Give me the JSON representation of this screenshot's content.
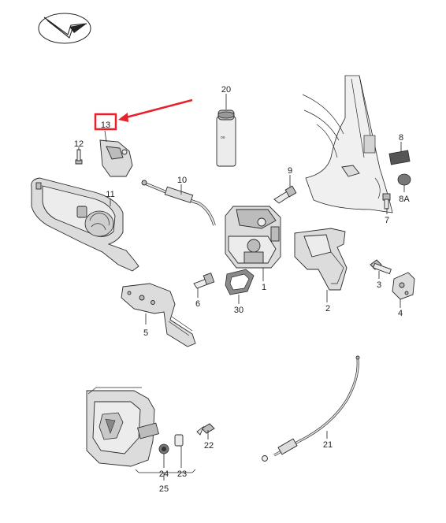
{
  "diagram": {
    "callouts": [
      {
        "id": "c20",
        "label": "20"
      },
      {
        "id": "c13",
        "label": "13"
      },
      {
        "id": "c12",
        "label": "12"
      },
      {
        "id": "c11",
        "label": "11"
      },
      {
        "id": "c10",
        "label": "10"
      },
      {
        "id": "c9",
        "label": "9"
      },
      {
        "id": "c8",
        "label": "8"
      },
      {
        "id": "c8a",
        "label": "8A"
      },
      {
        "id": "c7",
        "label": "7"
      },
      {
        "id": "c6",
        "label": "6"
      },
      {
        "id": "c5",
        "label": "5"
      },
      {
        "id": "c30",
        "label": "30"
      },
      {
        "id": "c1",
        "label": "1"
      },
      {
        "id": "c2",
        "label": "2"
      },
      {
        "id": "c3",
        "label": "3"
      },
      {
        "id": "c4",
        "label": "4"
      },
      {
        "id": "c21",
        "label": "21"
      },
      {
        "id": "c22",
        "label": "22"
      },
      {
        "id": "c24",
        "label": "24"
      },
      {
        "id": "c23",
        "label": "23"
      },
      {
        "id": "c25",
        "label": "25"
      }
    ],
    "highlight": {
      "target": "13",
      "color": "#e8202a"
    }
  }
}
